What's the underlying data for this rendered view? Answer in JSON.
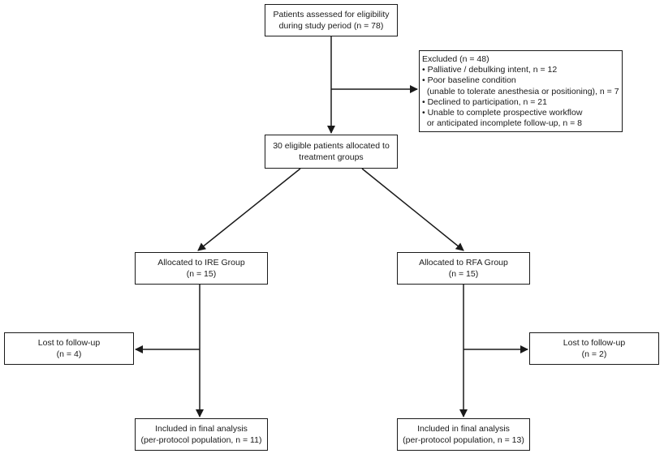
{
  "boxes": {
    "assessed": {
      "line1": "Patients assessed for eligibility",
      "line2": "during study period (n = 78)"
    },
    "excluded": {
      "lines": [
        "Excluded (n = 48)",
        "• Palliative / debulking intent, n = 12",
        "• Poor baseline condition",
        "  (unable to tolerate anesthesia or positioning), n = 7",
        "• Declined to participation, n = 21",
        "• Unable to complete prospective workflow",
        "  or anticipated incomplete follow-up, n = 8"
      ]
    },
    "allocated": {
      "line1": "30 eligible patients allocated to",
      "line2": "treatment groups"
    },
    "ire": {
      "line1": "Allocated to IRE Group",
      "line2": "(n = 15)"
    },
    "rfa": {
      "line1": "Allocated to RFA  Group",
      "line2": "(n = 15)"
    },
    "lost_ire": {
      "line1": "Lost to follow-up",
      "line2": "(n = 4)"
    },
    "lost_rfa": {
      "line1": "Lost to follow-up",
      "line2": "(n = 2)"
    },
    "final_ire": {
      "line1": "Included in final analysis",
      "line2": "(per-protocol population, n = 11)"
    },
    "final_rfa": {
      "line1": "Included in final analysis",
      "line2": "(per-protocol population, n = 13)"
    }
  }
}
